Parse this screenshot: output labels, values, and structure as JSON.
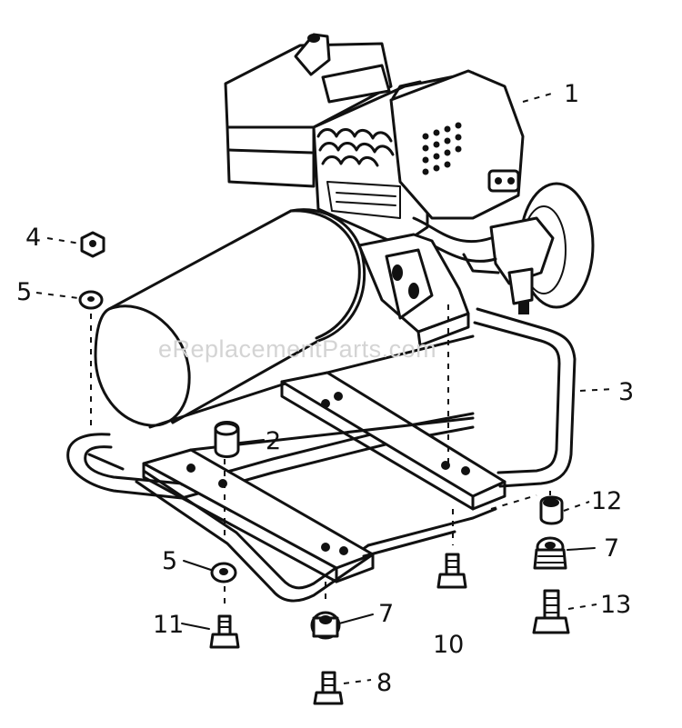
{
  "watermark": "eReplacementParts.com",
  "callouts": {
    "c1": "1",
    "c2": "2",
    "c3": "3",
    "c4": "4",
    "c5a": "5",
    "c5b": "5",
    "c7a": "7",
    "c7b": "7",
    "c8": "8",
    "c10": "10",
    "c11": "11",
    "c12": "12",
    "c13": "13"
  }
}
